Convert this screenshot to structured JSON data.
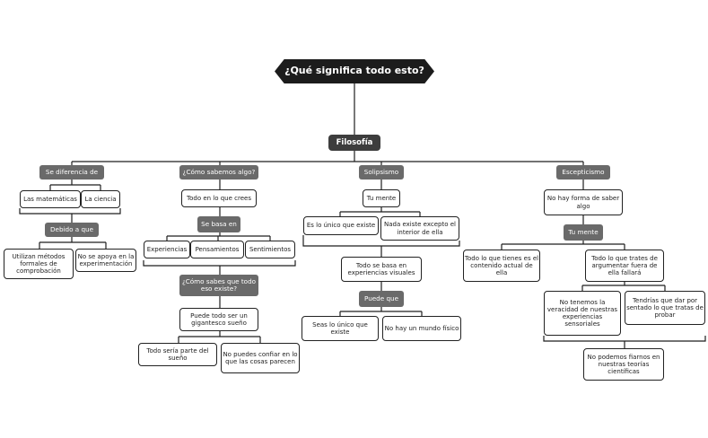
{
  "root": "¿Qué significa todo esto?",
  "hub": "Filosofía",
  "branches": {
    "diferencia": {
      "label": "Se diferencia de",
      "matematicas": "Las matemáticas",
      "ciencia": "La ciencia",
      "debido": "Debido a que",
      "metodos": "Utilizan métodos formales de comprobación",
      "experimentacion": "No se apoya en la experimentación"
    },
    "sabemos": {
      "label": "¿Cómo sabemos algo?",
      "crees": "Todo en lo que crees",
      "basa": "Se basa en",
      "experiencias": "Experiencias",
      "pensamientos": "Pensamientos",
      "sentimientos": "Sentimientos",
      "existe": "¿Cómo sabes que todo eso existe?",
      "sueno": "Puede todo ser un gigantesco sueño",
      "parte": "Todo sería parte del sueño",
      "confiar": "No puedes confiar en lo que las cosas parecen"
    },
    "solipsismo": {
      "label": "Solipsismo",
      "mente": "Tu mente",
      "unico": "Es lo único que existe",
      "nada": "Nada existe excepto el interior de ella",
      "visuales": "Todo se basa en experiencias visuales",
      "puede": "Puede que",
      "seas": "Seas lo único que existe",
      "mundo": "No hay un mundo físico"
    },
    "escepticismo": {
      "label": "Escepticismo",
      "forma": "No hay forma de saber algo",
      "mente": "Tu mente",
      "contenido": "Todo lo que tienes es el contenido actual de ella",
      "argumentar": "Todo lo que trates de argumentar fuera de ella fallará",
      "veracidad": "No tenemos la veracidad de nuestras experiencias sensoriales",
      "probar": "Tendrías que dar por sentado lo que tratas de probar",
      "teorias": "No podemos fiarnos en nuestras teorías científicas"
    }
  }
}
